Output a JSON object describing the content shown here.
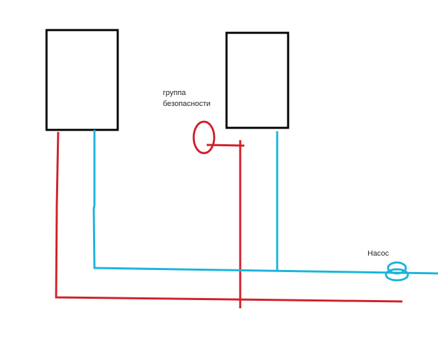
{
  "labels": {
    "safety_group_line1": "группа",
    "safety_group_line2": "безопасности",
    "pump": "Насос"
  },
  "colors": {
    "supply": "#d0202a",
    "return": "#1ab4dc",
    "outline": "#000000"
  }
}
